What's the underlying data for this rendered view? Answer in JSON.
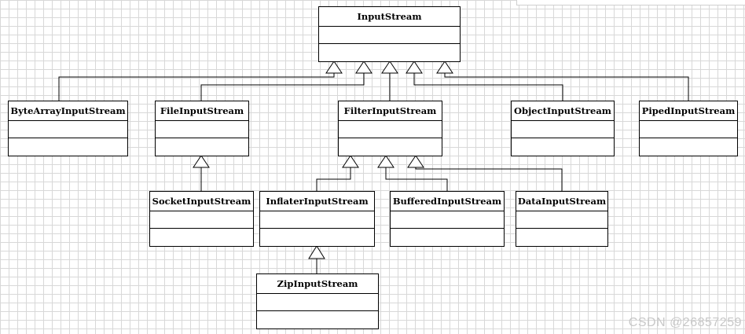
{
  "diagram": {
    "classes": {
      "input_stream": "InputStream",
      "byte_array_input_stream": "ByteArrayInputStream",
      "file_input_stream": "FileInputStream",
      "filter_input_stream": "FilterInputStream",
      "object_input_stream": "ObjectInputStream",
      "piped_input_stream": "PipedInputStream",
      "socket_input_stream": "SocketInputStream",
      "inflater_input_stream": "InflaterInputStream",
      "buffered_input_stream": "BufferedInputStream",
      "data_input_stream": "DataInputStream",
      "zip_input_stream": "ZipInputStream"
    },
    "relationships": [
      {
        "child": "ByteArrayInputStream",
        "parent": "InputStream",
        "type": "generalization"
      },
      {
        "child": "FileInputStream",
        "parent": "InputStream",
        "type": "generalization"
      },
      {
        "child": "FilterInputStream",
        "parent": "InputStream",
        "type": "generalization"
      },
      {
        "child": "ObjectInputStream",
        "parent": "InputStream",
        "type": "generalization"
      },
      {
        "child": "PipedInputStream",
        "parent": "InputStream",
        "type": "generalization"
      },
      {
        "child": "SocketInputStream",
        "parent": "FileInputStream",
        "type": "generalization"
      },
      {
        "child": "InflaterInputStream",
        "parent": "FilterInputStream",
        "type": "generalization"
      },
      {
        "child": "BufferedInputStream",
        "parent": "FilterInputStream",
        "type": "generalization"
      },
      {
        "child": "DataInputStream",
        "parent": "FilterInputStream",
        "type": "generalization"
      },
      {
        "child": "ZipInputStream",
        "parent": "InflaterInputStream",
        "type": "generalization"
      }
    ]
  },
  "watermark": "CSDN @26857259"
}
